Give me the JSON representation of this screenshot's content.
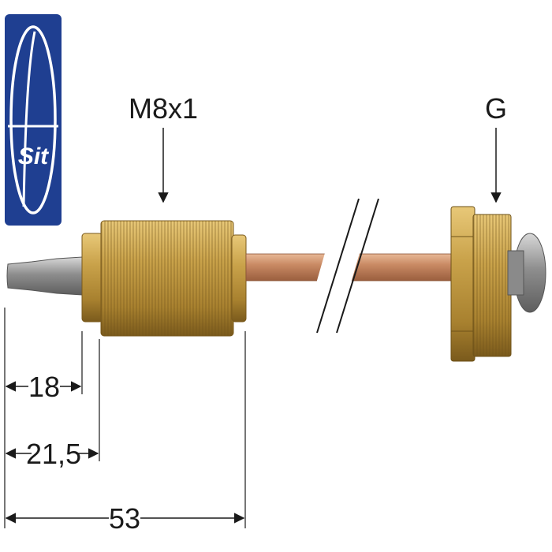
{
  "logo": {
    "text": "Sit",
    "color": "#1f3f91"
  },
  "callouts": {
    "thread": "M8x1",
    "nut": "G"
  },
  "dimensions": [
    {
      "id": "tip",
      "value": "18"
    },
    {
      "id": "collar",
      "value": "21,5"
    },
    {
      "id": "overall",
      "value": "53"
    }
  ],
  "colors": {
    "brass": "#c9a24a",
    "brass_dark": "#8a6a22",
    "copper": "#c98a64",
    "steel": "#9a9a9a",
    "ink": "#1a1a1a"
  }
}
